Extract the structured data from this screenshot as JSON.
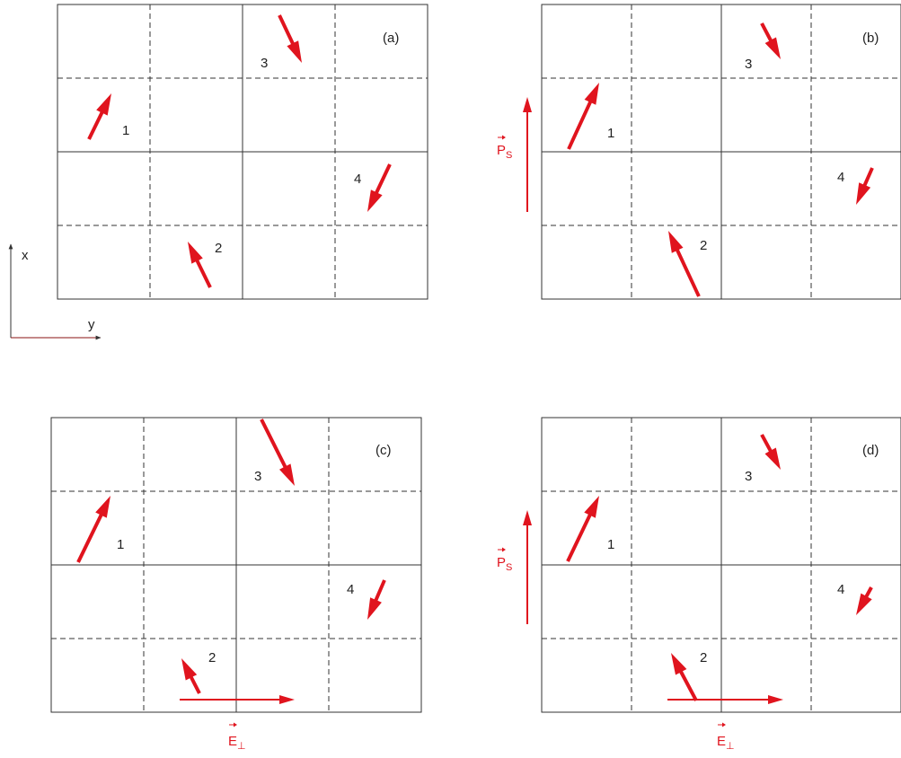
{
  "colors": {
    "arrow": "#e0141e",
    "line": "#333333",
    "axis": "#333333",
    "axis_y_line": "#8a1010"
  },
  "axes": {
    "x_label": "x",
    "y_label": "y"
  },
  "field_label": {
    "main": "E",
    "sub": "⊥"
  },
  "polar_label": {
    "main": "P",
    "sub": "S"
  },
  "panels": [
    {
      "id": "a",
      "label": "(a)",
      "has_field": false,
      "has_polarization": false,
      "domains": [
        {
          "num": "1"
        },
        {
          "num": "2"
        },
        {
          "num": "3"
        },
        {
          "num": "4"
        }
      ]
    },
    {
      "id": "b",
      "label": "(b)",
      "has_field": false,
      "has_polarization": true,
      "domains": [
        {
          "num": "1"
        },
        {
          "num": "2"
        },
        {
          "num": "3"
        },
        {
          "num": "4"
        }
      ]
    },
    {
      "id": "c",
      "label": "(c)",
      "has_field": true,
      "has_polarization": false,
      "domains": [
        {
          "num": "1"
        },
        {
          "num": "2"
        },
        {
          "num": "3"
        },
        {
          "num": "4"
        }
      ]
    },
    {
      "id": "d",
      "label": "(d)",
      "has_field": true,
      "has_polarization": true,
      "domains": [
        {
          "num": "1"
        },
        {
          "num": "2"
        },
        {
          "num": "3"
        },
        {
          "num": "4"
        }
      ]
    }
  ]
}
